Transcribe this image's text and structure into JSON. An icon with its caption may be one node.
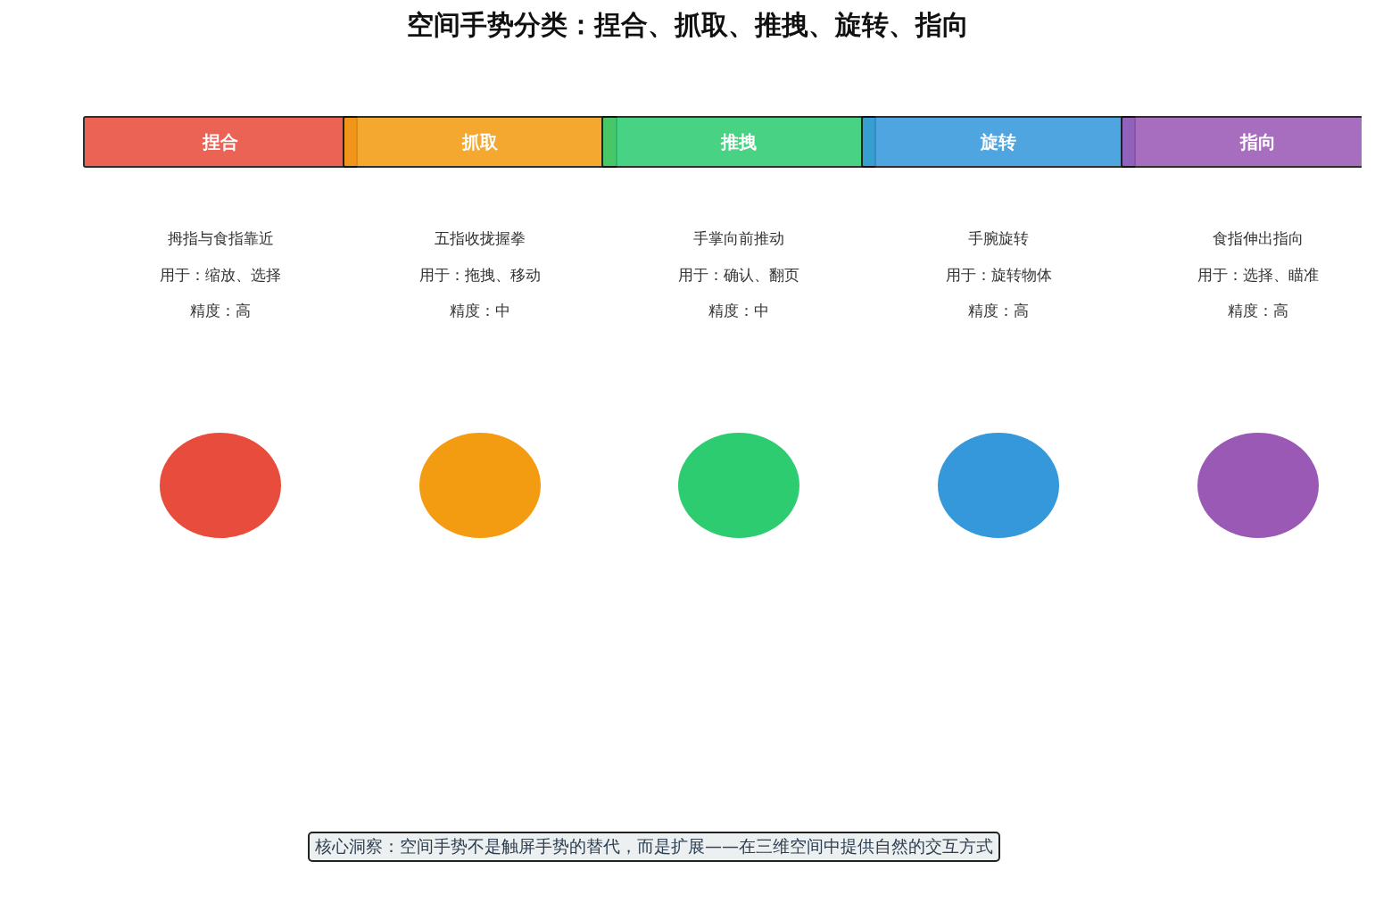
{
  "diagram": {
    "title": "空间手势分类：捏合、抓取、推拽、旋转、指向",
    "nodes": [
      {
        "text": [
          "捏合"
        ],
        "beside": [
          "拇指与食指靠近",
          "用于：缩放、选择",
          "精度：高"
        ]
      },
      {
        "text": [
          "抓取"
        ],
        "beside": [
          "五指收拢握拳",
          "用于：拖拽、移动",
          "精度：中"
        ]
      },
      {
        "text": [
          "推拽"
        ],
        "beside": [
          "手掌向前推动",
          "用于：确认、翻页",
          "精度：中"
        ]
      },
      {
        "text": [
          "旋转"
        ],
        "beside": [
          "手腕旋转",
          "用于：旋转物体",
          "精度：高"
        ]
      },
      {
        "text": [
          "指向"
        ],
        "beside": [
          "食指伸出指向",
          "用于：选择、瞄准",
          "精度：高"
        ]
      },
      {
        "text": [],
        "shape": "circle"
      },
      {
        "text": [],
        "shape": "circle"
      },
      {
        "text": [],
        "shape": "circle"
      },
      {
        "text": [],
        "shape": "circle"
      },
      {
        "text": [],
        "shape": "circle"
      },
      {
        "text": [
          "核心洞察：空间手势不是触屏手势的替代，而是扩展——在三维空间中提供自然的交互方式"
        ]
      }
    ],
    "edges": []
  }
}
